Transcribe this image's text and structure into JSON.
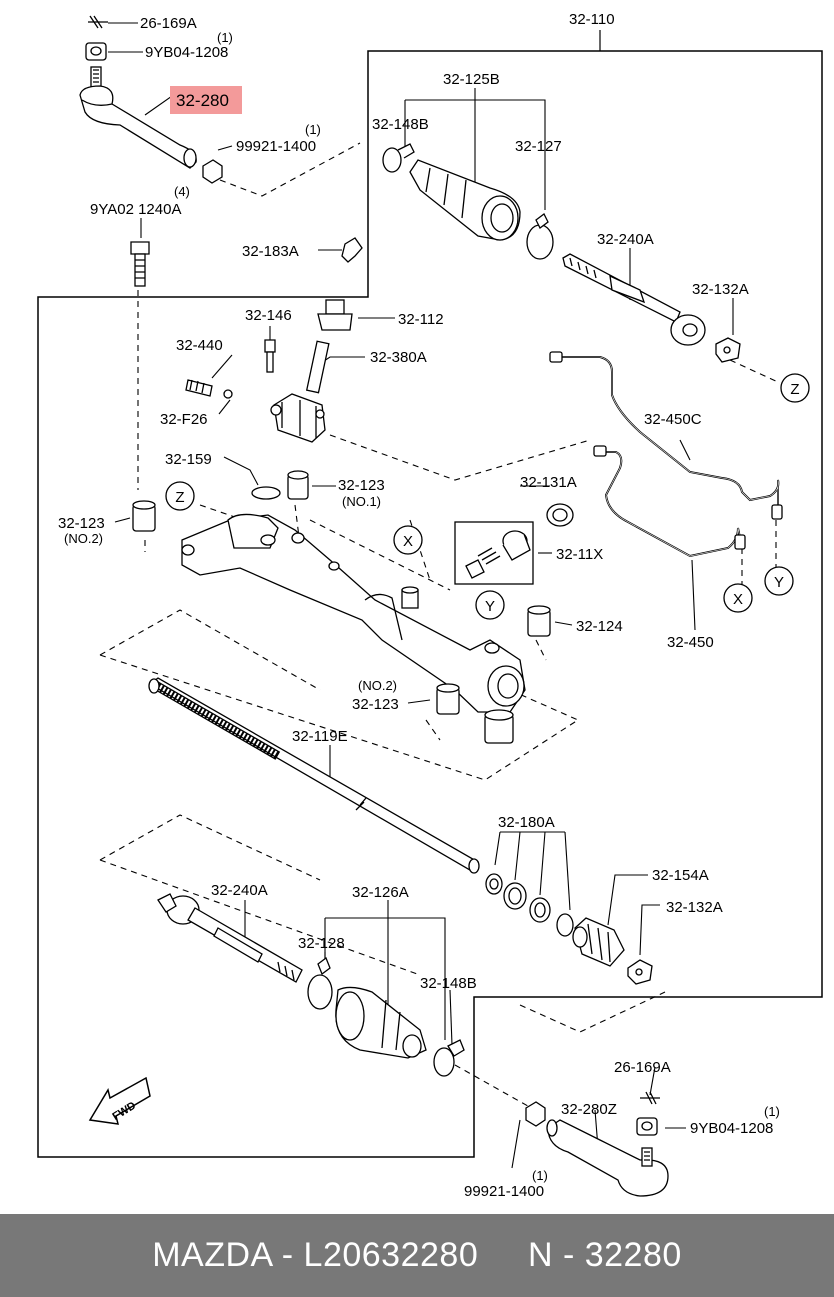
{
  "diagram": {
    "labels": {
      "p_26169a_top": "26-169A",
      "q1_top": "(1)",
      "p_9yb04_top": "9YB04-1208",
      "p_32280": "32-280",
      "q1_99921_top": "(1)",
      "p_99921_top": "99921-1400",
      "q4": "(4)",
      "p_9ya02": "9YA02 1240A",
      "p_32110": "32-110",
      "p_32125b": "32-125B",
      "p_32148b_top": "32-148B",
      "p_32127": "32-127",
      "p_32240a_top": "32-240A",
      "p_32132a_top": "32-132A",
      "p_32183a": "32-183A",
      "p_32146": "32-146",
      "p_32112": "32-112",
      "p_32440": "32-440",
      "p_32380a": "32-380A",
      "p_32f26": "32-F26",
      "p_32450c": "32-450C",
      "p_32159": "32-159",
      "p_32123_no1": "32-123",
      "no1": "(NO.1)",
      "p_32131a": "32-131A",
      "p_32123_no2_left": "32-123",
      "no2_left": "(NO.2)",
      "p_3211x": "32-11X",
      "p_32124": "32-124",
      "p_32450": "32-450",
      "no2_mid": "(NO.2)",
      "p_32123_no2_mid": "32-123",
      "p_32119e": "32-119E",
      "p_32180a": "32-180A",
      "p_32154a": "32-154A",
      "p_32240a_bot": "32-240A",
      "p_32126a": "32-126A",
      "p_32132a_bot": "32-132A",
      "p_32128": "32-128",
      "p_32148b_bot": "32-148B",
      "p_26169a_bot": "26-169A",
      "p_32280z": "32-280Z",
      "q1_bot": "(1)",
      "p_9yb04_bot": "9YB04-1208",
      "q1_99921_bot": "(1)",
      "p_99921_bot": "99921-1400",
      "fwd": "FWD"
    },
    "markers": {
      "z": "Z",
      "x": "X",
      "y": "Y"
    },
    "highlight_color": "#f39a9a"
  },
  "footer": {
    "text": "MAZDA - L20632280     N - 32280",
    "background": "#787878"
  }
}
